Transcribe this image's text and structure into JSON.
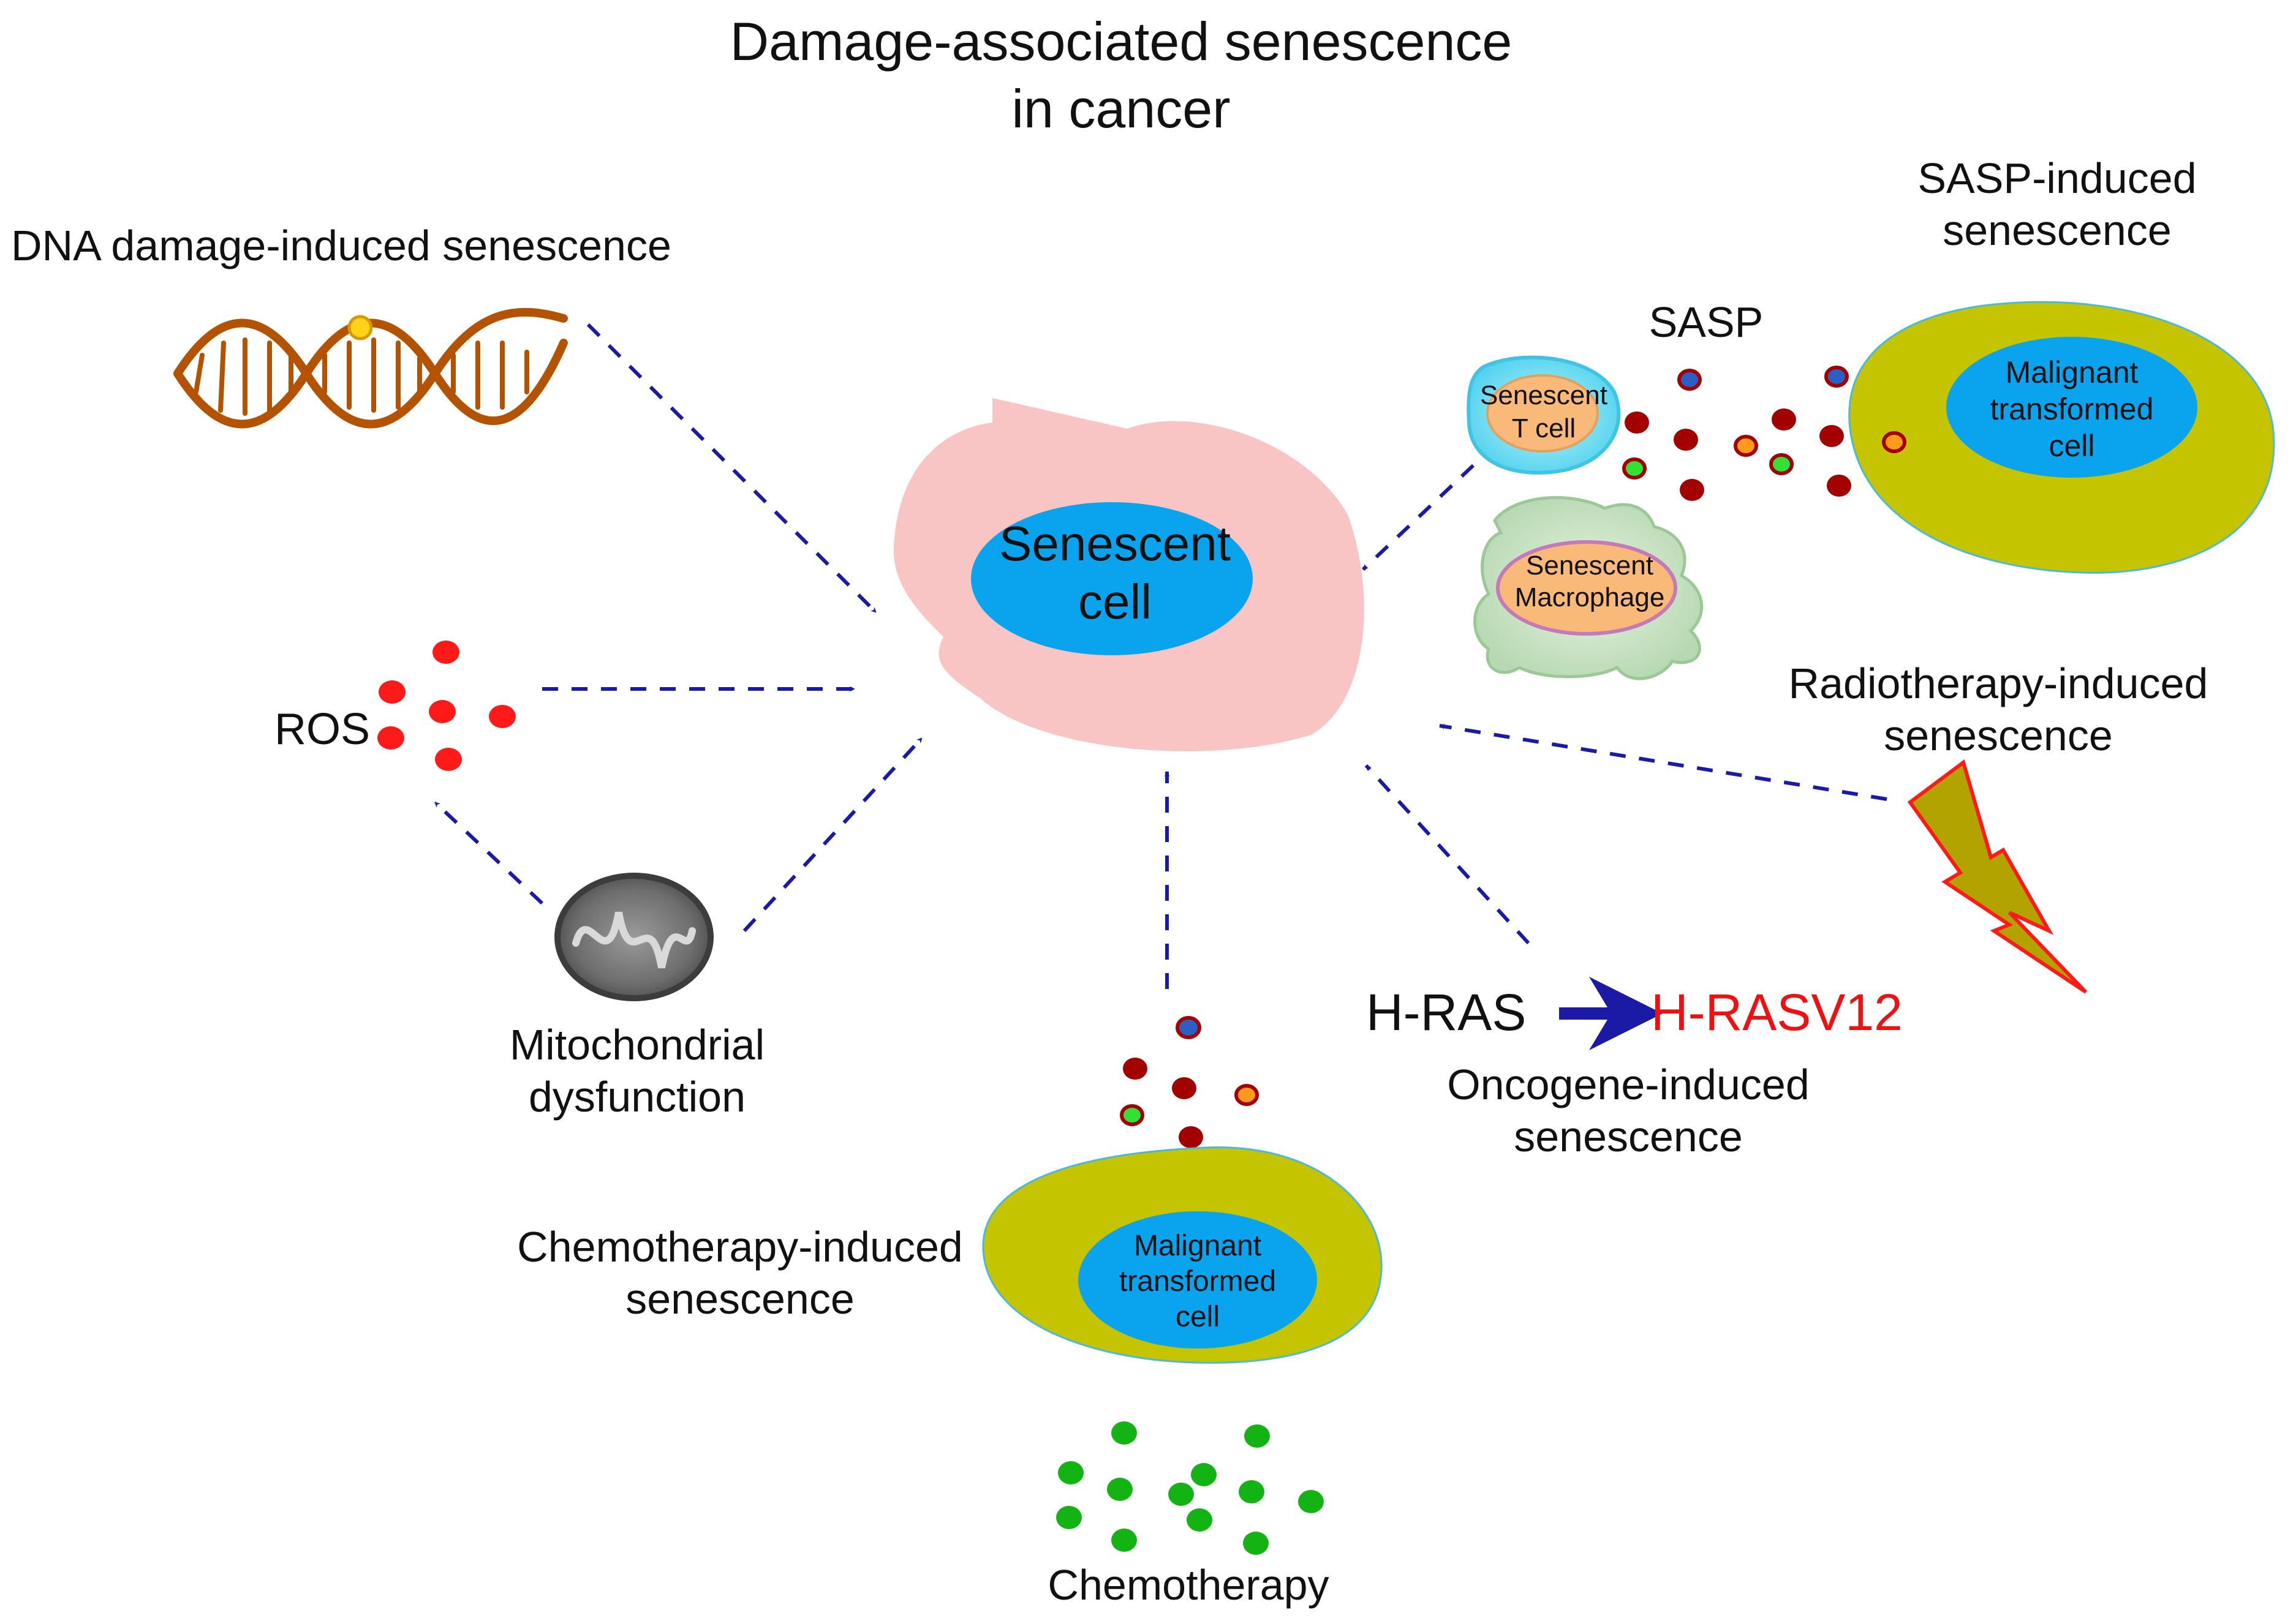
{
  "title": {
    "line1": "Damage-associated senescence",
    "line2": "in cancer"
  },
  "center": {
    "label_line1": "Senescent",
    "label_line2": "cell"
  },
  "dna": {
    "label": "DNA damage-induced senescence"
  },
  "ros": {
    "label": "ROS"
  },
  "mito": {
    "label_line1": "Mitochondrial",
    "label_line2": "dysfunction"
  },
  "chemo": {
    "label_line1": "Chemotherapy-induced",
    "label_line2": "senescence",
    "cell_line1": "Malignant",
    "cell_line2": "transformed",
    "cell_line3": "cell",
    "drug_label": "Chemotherapy"
  },
  "oncogene": {
    "gene_from": "H-RAS",
    "gene_to": "H-RASV12",
    "label_line1": "Oncogene-induced",
    "label_line2": "senescence"
  },
  "radio": {
    "label_line1": "Radiotherapy-induced",
    "label_line2": "senescence"
  },
  "sasp": {
    "label_line1": "SASP-induced",
    "label_line2": "senescence",
    "factor_label": "SASP",
    "cell_line1": "Malignant",
    "cell_line2": "transformed",
    "cell_line3": "cell",
    "tcell_line1": "Senescent",
    "tcell_line2": "T cell",
    "macro_line1": "Senescent",
    "macro_line2": "Macrophage"
  },
  "colors": {
    "arrow": "#1a1aa6",
    "senescent_cell": "#f9c4c4",
    "nucleus": "#0aa4ee",
    "malignant_cell": "#c4c400",
    "ros_dot": "#ff1a1a",
    "chemo_dot": "#13b313",
    "sasp_dot": "#a30000",
    "dna": "#b35200",
    "oncogene_red": "#ee1111",
    "lightning": "#b3a300"
  }
}
